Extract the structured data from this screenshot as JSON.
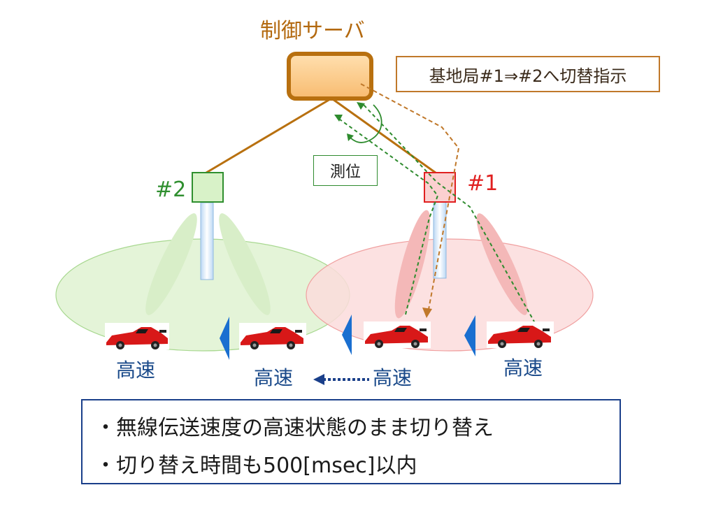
{
  "server": {
    "title": "制御サーバ"
  },
  "instruction": "基地局#1⇒#2へ切替指示",
  "positioning_label": "測位",
  "base_stations": [
    {
      "label": "#2",
      "color": "#2f8f2f"
    },
    {
      "label": "#1",
      "color": "#e02020"
    }
  ],
  "speed_labels": [
    "高速",
    "高速",
    "高速",
    "高速"
  ],
  "info": {
    "lines": [
      "・無線伝送速度の高速状態のまま切り替え",
      "・切り替え時間も500[msec]以内"
    ]
  },
  "colors": {
    "server_fill": "#fcc987",
    "server_border": "#b8700f",
    "link": "#b8700f",
    "coverage_2": "#e4f4d8",
    "coverage_1": "#fbdcdc",
    "car_body": "#d81818",
    "arrow_blue": "#1a6fd0"
  }
}
